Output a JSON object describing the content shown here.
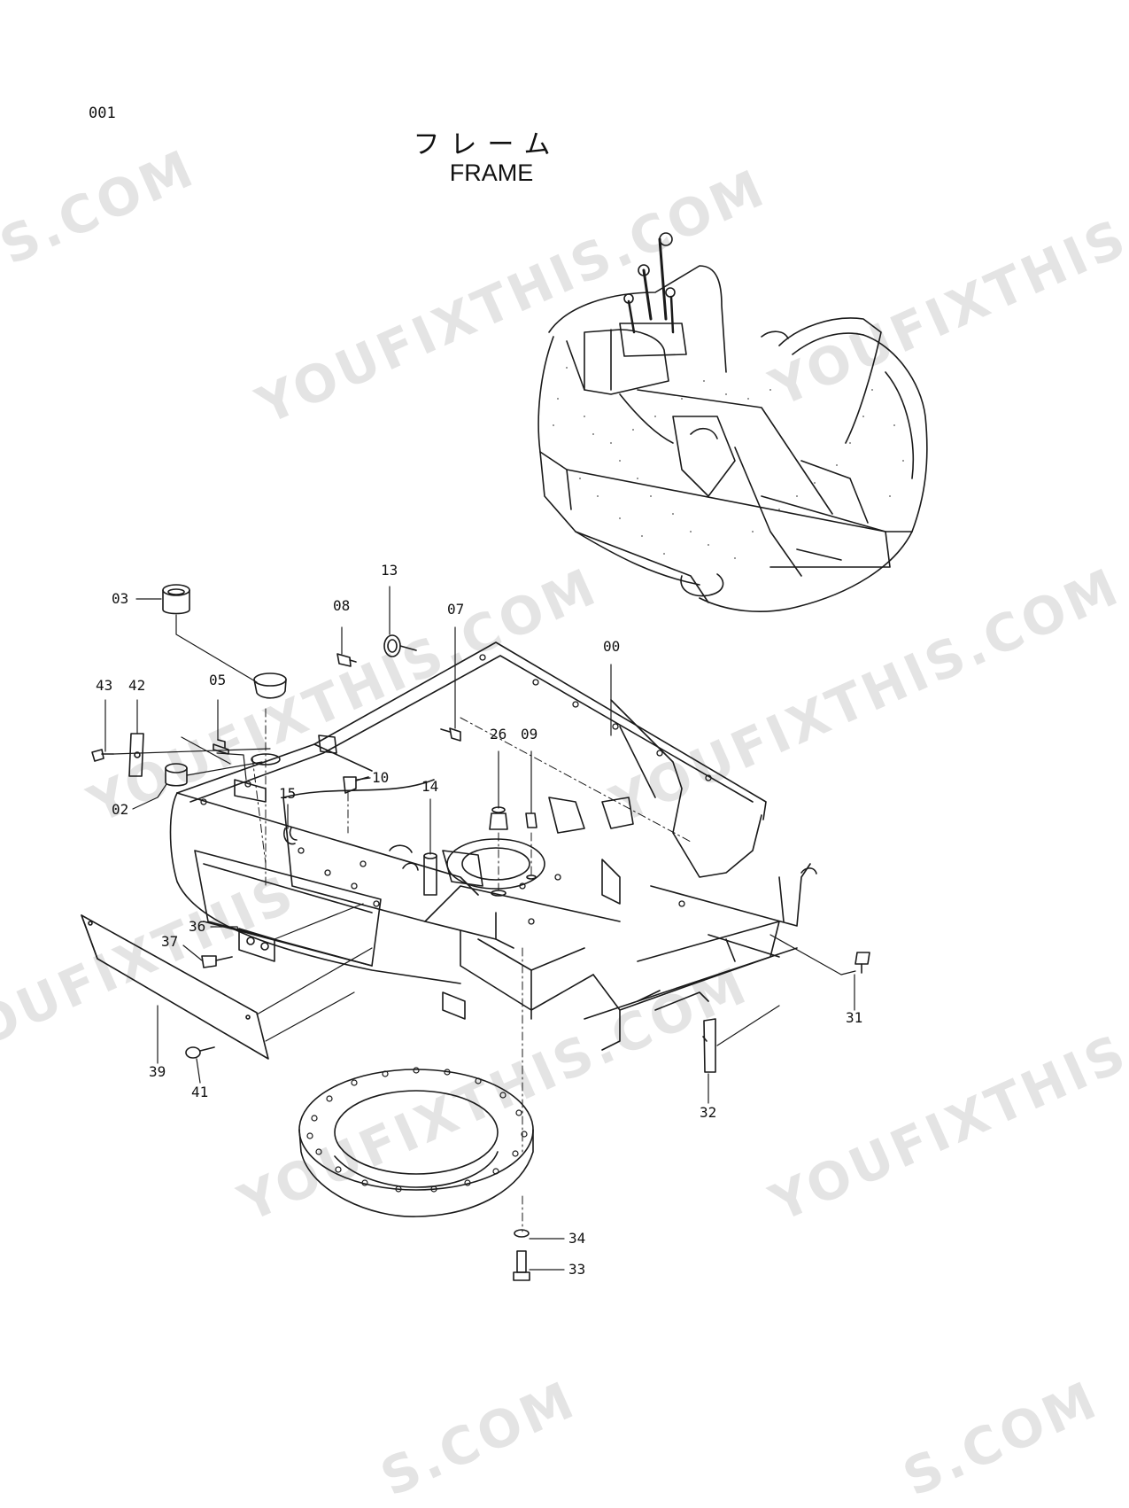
{
  "page_number": "001",
  "title_jp": "フレーム",
  "title_en": "FRAME",
  "watermarks": [
    "S.COM",
    "YOUFIXTHIS.COM",
    "YOUFIXTHIS",
    "YOUFIXTHIS.COM",
    "YOUFIXTHIS.COM",
    "YOUFIXTHIS.COM",
    "YOUFIXTHIS.COM",
    "YOUFIXTHIS",
    "S.COM",
    "S.COM"
  ],
  "callouts": {
    "p00": "00",
    "p02": "02",
    "p03": "03",
    "p05": "05",
    "p07": "07",
    "p08": "08",
    "p09": "09",
    "p10": "10",
    "p13": "13",
    "p14": "14",
    "p15": "15",
    "p26": "26",
    "p31": "31",
    "p32": "32",
    "p33": "33",
    "p34": "34",
    "p36": "36",
    "p37": "37",
    "p39": "39",
    "p41": "41",
    "p42": "42",
    "p43": "43"
  },
  "ink_color": "#1a1a1a",
  "dot_color": "#7a7a7a"
}
